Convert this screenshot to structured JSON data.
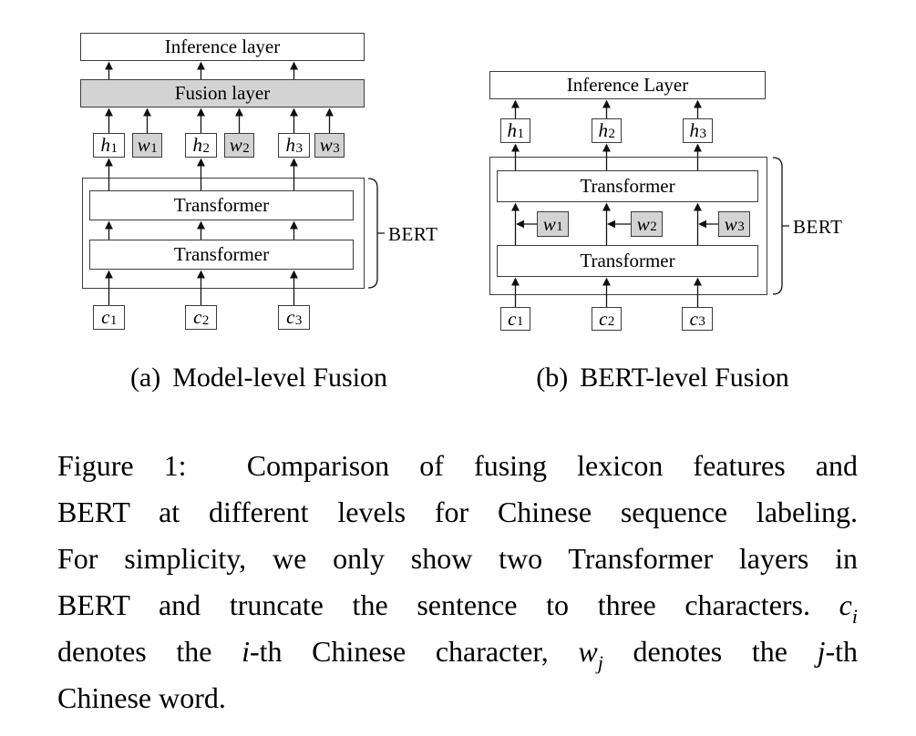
{
  "figure": {
    "panel_a": {
      "tag": "(a)",
      "caption": "Model-level Fusion",
      "inference_label": "Inference layer",
      "fusion_label": "Fusion layer",
      "transformers": [
        "Transformer",
        "Transformer"
      ],
      "bert_label": "BERT",
      "h_boxes": [
        {
          "v": "h",
          "s": "1"
        },
        {
          "v": "h",
          "s": "2"
        },
        {
          "v": "h",
          "s": "3"
        }
      ],
      "w_boxes": [
        {
          "v": "w",
          "s": "1"
        },
        {
          "v": "w",
          "s": "2"
        },
        {
          "v": "w",
          "s": "3"
        }
      ],
      "c_boxes": [
        {
          "v": "c",
          "s": "1"
        },
        {
          "v": "c",
          "s": "2"
        },
        {
          "v": "c",
          "s": "3"
        }
      ]
    },
    "panel_b": {
      "tag": "(b)",
      "caption": "BERT-level Fusion",
      "inference_label": "Inference Layer",
      "transformers": [
        "Transformer",
        "Transformer"
      ],
      "bert_label": "BERT",
      "h_boxes": [
        {
          "v": "h",
          "s": "1"
        },
        {
          "v": "h",
          "s": "2"
        },
        {
          "v": "h",
          "s": "3"
        }
      ],
      "w_boxes": [
        {
          "v": "w",
          "s": "1"
        },
        {
          "v": "w",
          "s": "2"
        },
        {
          "v": "w",
          "s": "3"
        }
      ],
      "c_boxes": [
        {
          "v": "c",
          "s": "1"
        },
        {
          "v": "c",
          "s": "2"
        },
        {
          "v": "c",
          "s": "3"
        }
      ]
    },
    "caption": {
      "lines": [
        [
          {
            "t": "Figure 1:  Comparison of fusing lexicon features and"
          }
        ],
        [
          {
            "t": "BERT at different levels for Chinese sequence labeling."
          }
        ],
        [
          {
            "t": "For simplicity, we only show two Transformer layers in"
          }
        ],
        [
          {
            "t": "BERT and truncate the sentence to three characters. "
          },
          {
            "t": "c",
            "i": true
          },
          {
            "t": "i",
            "i": true,
            "s": true
          }
        ],
        [
          {
            "t": "denotes the "
          },
          {
            "t": "i",
            "i": true
          },
          {
            "t": "-th Chinese character, "
          },
          {
            "t": "w",
            "i": true
          },
          {
            "t": "j",
            "i": true,
            "s": true
          },
          {
            "t": " denotes the "
          },
          {
            "t": "j",
            "i": true
          },
          {
            "t": "-th"
          }
        ],
        [
          {
            "t": "Chinese word."
          }
        ]
      ]
    }
  },
  "colors": {
    "gray_fill": "#d3d3d3",
    "border": "#3c3c3c",
    "arrow": "#111111",
    "text": "#000000",
    "background": "#ffffff"
  }
}
